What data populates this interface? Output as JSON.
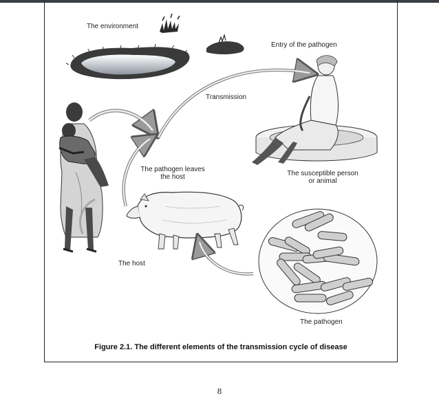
{
  "figure": {
    "labels": {
      "environment": "The environment",
      "entry": "Entry of the pathogen",
      "transmission": "Transmission",
      "leaves_line1": "The pathogen leaves",
      "leaves_line2": "the host",
      "susceptible_line1": "The susceptible person",
      "susceptible_line2": "or animal",
      "host": "The host",
      "pathogen": "The pathogen"
    },
    "caption": "Figure 2.1. The different elements of the transmission cycle of disease"
  },
  "page": {
    "number": "8"
  },
  "icons": [
    "pond-illustration",
    "mother-child-illustration",
    "pig-illustration",
    "woman-seated-illustration",
    "bacteria-illustration"
  ]
}
